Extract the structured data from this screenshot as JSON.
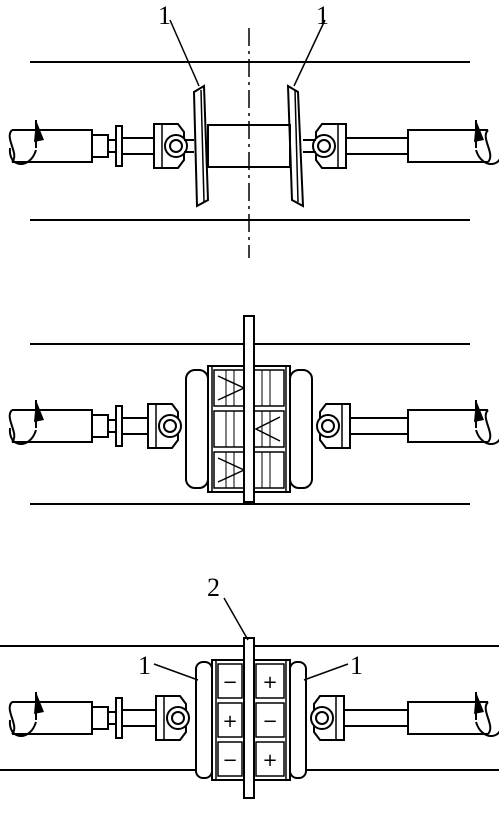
{
  "figure": {
    "labels": {
      "top_left": "1",
      "top_right": "1",
      "bottom_center": "2",
      "bottom_left": "1",
      "bottom_right": "1"
    },
    "charges": {
      "left_top": "−",
      "left_mid": "+",
      "left_bot": "−",
      "right_top": "+",
      "right_mid": "−",
      "right_bot": "+"
    },
    "colors": {
      "ink": "#000000",
      "background": "#ffffff"
    }
  }
}
